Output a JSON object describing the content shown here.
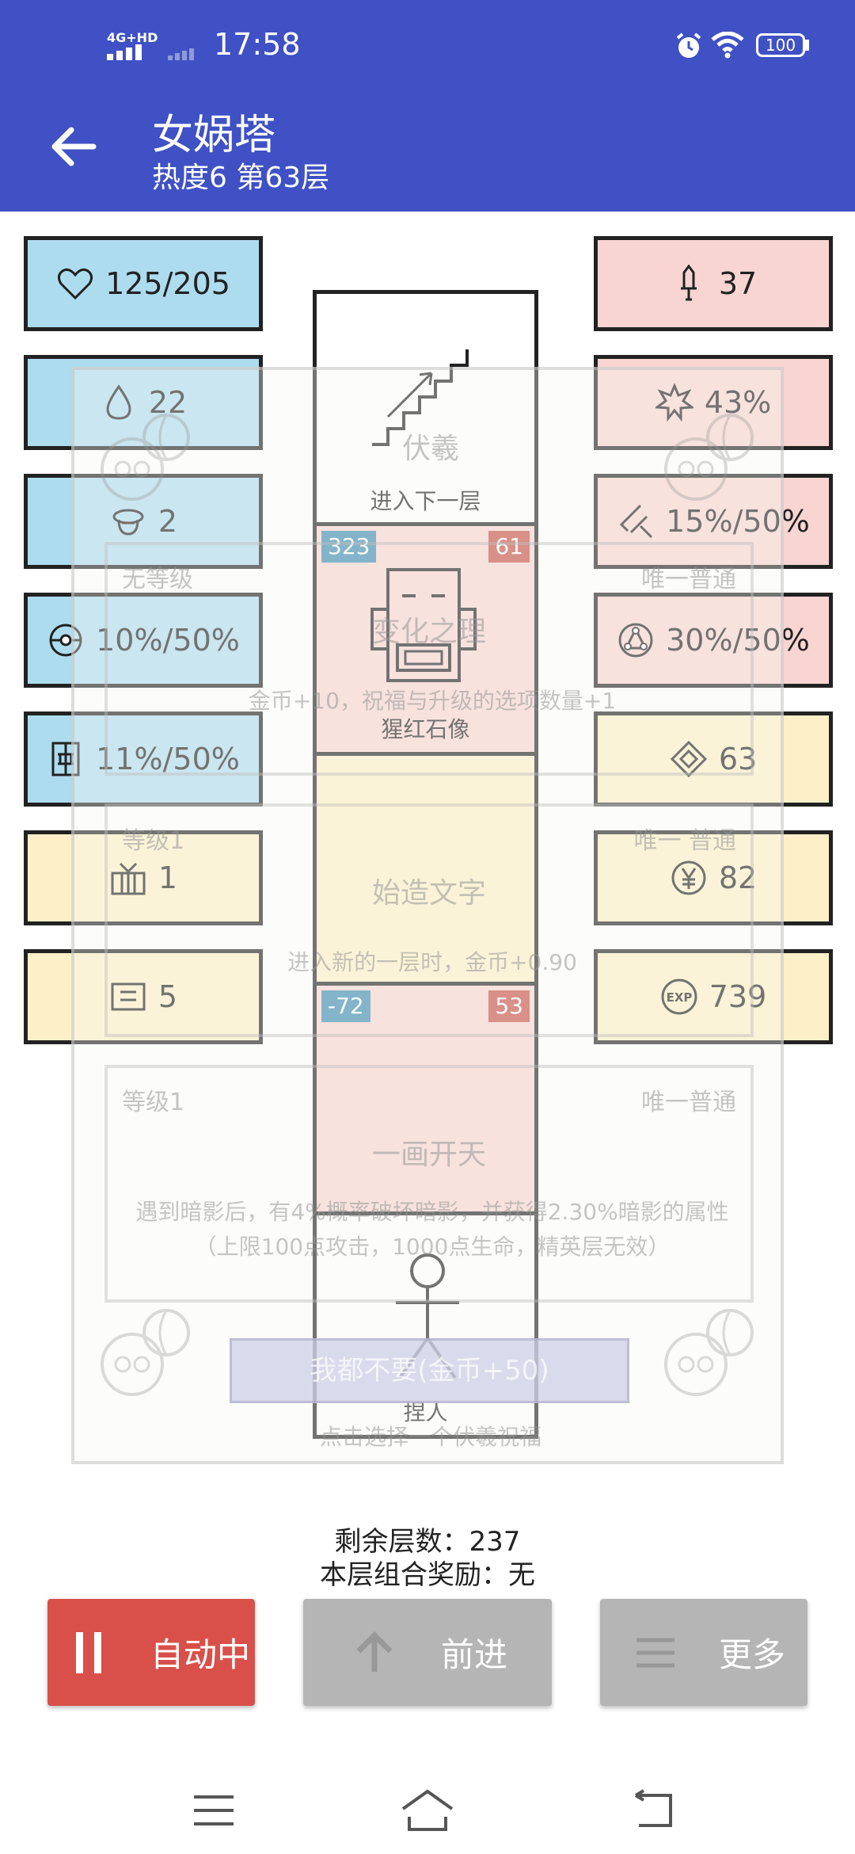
{
  "status_bar": {
    "network": "4G+HD",
    "time": "17:58",
    "battery": "100"
  },
  "header": {
    "title": "女娲塔",
    "subtitle": "热度6 第63层"
  },
  "left_stats": [
    {
      "icon": "heart-icon",
      "value": "125/205",
      "color": "blue"
    },
    {
      "icon": "drop-icon",
      "value": "22",
      "color": "blue"
    },
    {
      "icon": "helmet-icon",
      "value": "2",
      "color": "blue"
    },
    {
      "icon": "orb-icon",
      "value": "10%/50%",
      "color": "blue"
    },
    {
      "icon": "shield-icon",
      "value": "11%/50%",
      "color": "blue"
    },
    {
      "icon": "gift-icon",
      "value": "1",
      "color": "yellow"
    },
    {
      "icon": "scroll-icon",
      "value": "5",
      "color": "yellow"
    }
  ],
  "right_stats": [
    {
      "icon": "sword-icon",
      "value": "37",
      "color": "pink"
    },
    {
      "icon": "burst-icon",
      "value": "43%",
      "color": "pink"
    },
    {
      "icon": "slash-icon",
      "value": "15%/50%",
      "color": "pink"
    },
    {
      "icon": "triangle-icon",
      "value": "30%/50%",
      "color": "pink"
    },
    {
      "icon": "diamond-icon",
      "value": "63",
      "color": "yellow"
    },
    {
      "icon": "yen-icon",
      "value": "82",
      "color": "yellow"
    },
    {
      "icon": "exp-icon",
      "value": "739",
      "color": "yellow"
    }
  ],
  "tower": {
    "stairs_label": "进入下一层",
    "enemy1": {
      "name": "猩红石像",
      "left": "323",
      "right": "61"
    },
    "enemy2": {
      "left": "-72",
      "right": "53"
    },
    "player_label": "捏人"
  },
  "overlay": {
    "title": "伏羲",
    "cards": [
      {
        "level": "无等级",
        "rarity": "唯一普通",
        "name": "变化之理",
        "desc": "金币+10，祝福与升级的选项数量+1"
      },
      {
        "level": "等级1",
        "rarity": "唯一 普通",
        "name": "始造文字",
        "desc": "进入新的一层时，金币+0.90"
      },
      {
        "level": "等级1",
        "rarity": "唯一普通",
        "name": "一画开天",
        "desc": "遇到暗影后，有4%概率破坏暗影，并获得2.30%暗影的属性（上限100点攻击，1000点生命，精英层无效）"
      }
    ],
    "button": "我都不要(金币+50)",
    "hint": "点击选择一个伏羲祝福"
  },
  "info": {
    "remaining": "剩余层数：237",
    "combo": "本层组合奖励：无"
  },
  "buttons": {
    "auto": "自动中",
    "forward": "前进",
    "more": "更多"
  },
  "colors": {
    "header": "#3f51c4",
    "blue": "#aedcef",
    "pink": "#f8d5d2",
    "yellow": "#fdf0c8",
    "auto": "#d9504a",
    "disabled": "#b5b5b5"
  }
}
